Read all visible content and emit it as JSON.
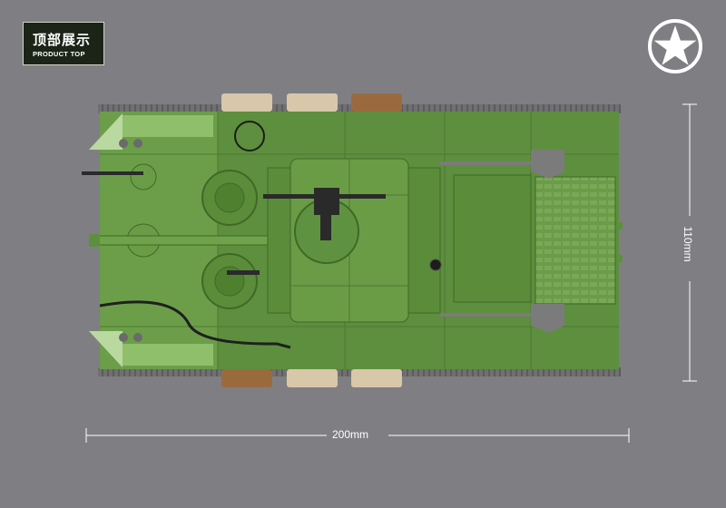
{
  "badge": {
    "title_zh": "顶部展示",
    "title_en": "PRODUCT TOP"
  },
  "emblem": {
    "icon": "white-star-roundel-icon"
  },
  "dimensions": {
    "width_label": "200mm",
    "height_label": "110mm"
  },
  "colors": {
    "background": "#7f7f83",
    "hull_green": "#5d8f3e",
    "light_green": "#8fbf6a",
    "dark_green": "#4a7530",
    "track_gray": "#6a6a6a",
    "tan": "#d8c7a8",
    "brown": "#9a6a3e"
  }
}
